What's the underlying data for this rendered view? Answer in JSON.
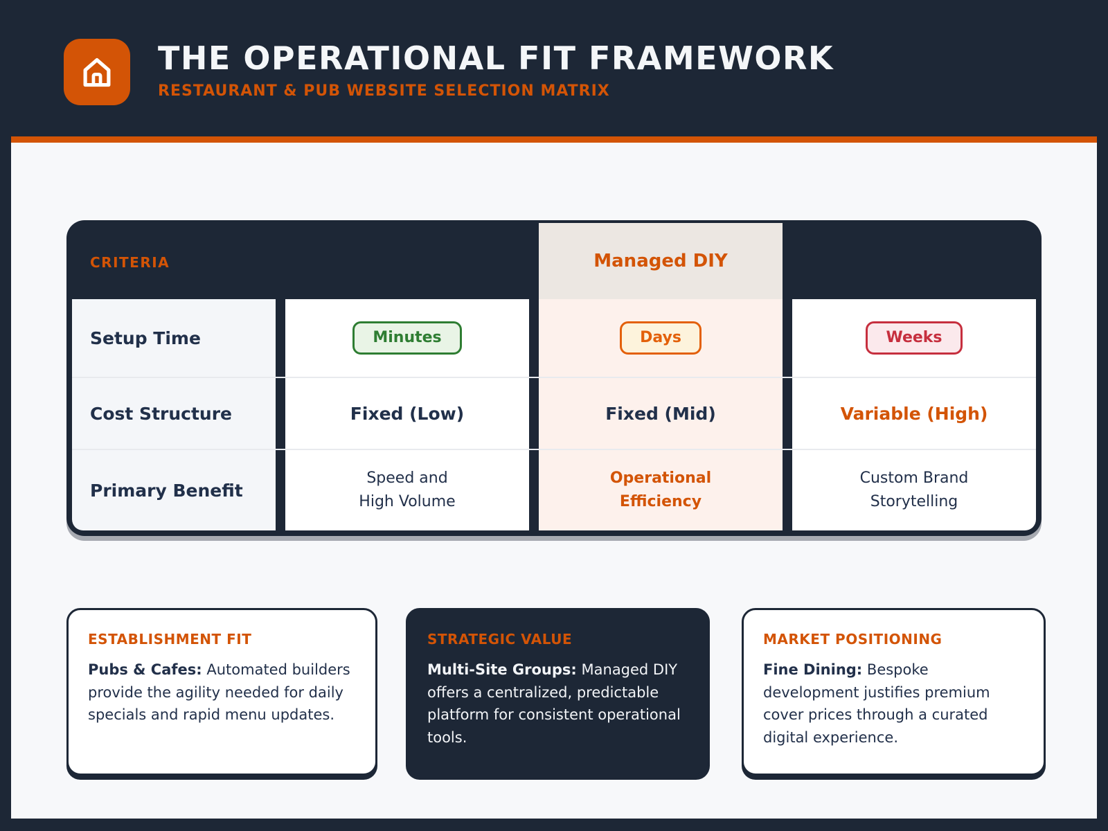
{
  "colors": {
    "navy": "#1d2736",
    "accent_orange": "#d35406",
    "panel_light": "#f7f8fa",
    "highlight_header": "#ece7e2",
    "highlight_column": "#fdf1ec",
    "badge_green": "#2e7d32",
    "badge_amber": "#e3600a",
    "badge_red": "#c62f3e"
  },
  "header": {
    "title": "THE OPERATIONAL FIT FRAMEWORK",
    "subtitle": "RESTAURANT & PUB WEBSITE SELECTION MATRIX",
    "logo": "home-icon"
  },
  "matrix": {
    "header": {
      "criteria_label": "CRITERIA",
      "managed_diy_label": "Managed DIY"
    },
    "rows": [
      {
        "label": "Setup Time",
        "cells": [
          {
            "text": "Minutes",
            "variant": "badge-green"
          },
          {
            "text": "Days",
            "variant": "badge-amber"
          },
          {
            "text": "Weeks",
            "variant": "badge-red"
          }
        ]
      },
      {
        "label": "Cost Structure",
        "cells": [
          {
            "text": "Fixed (Low)",
            "variant": "text-navy-bold"
          },
          {
            "text": "Fixed (Mid)",
            "variant": "text-navy-bold"
          },
          {
            "text": "Variable (High)",
            "variant": "text-orange-bold"
          }
        ]
      },
      {
        "label": "Primary Benefit",
        "cells": [
          {
            "line1": "Speed and",
            "line2": "High Volume",
            "variant": "text-navy"
          },
          {
            "line1": "Operational",
            "line2": "Efficiency",
            "variant": "text-orange-bold"
          },
          {
            "line1": "Custom Brand",
            "line2": "Storytelling",
            "variant": "text-navy"
          }
        ]
      }
    ]
  },
  "cards": [
    {
      "title": "ESTABLISHMENT FIT",
      "lead": "Pubs & Cafes:",
      "body": "Automated builders provide the agility needed for daily specials and rapid menu updates.",
      "theme": "light"
    },
    {
      "title": "STRATEGIC VALUE",
      "lead": "Multi-Site Groups:",
      "body": "Managed DIY offers a centralized, predictable platform for consistent operational tools.",
      "theme": "dark"
    },
    {
      "title": "MARKET POSITIONING",
      "lead": "Fine Dining:",
      "body": "Bespoke development justifies premium cover prices through a curated digital experience.",
      "theme": "light"
    }
  ]
}
